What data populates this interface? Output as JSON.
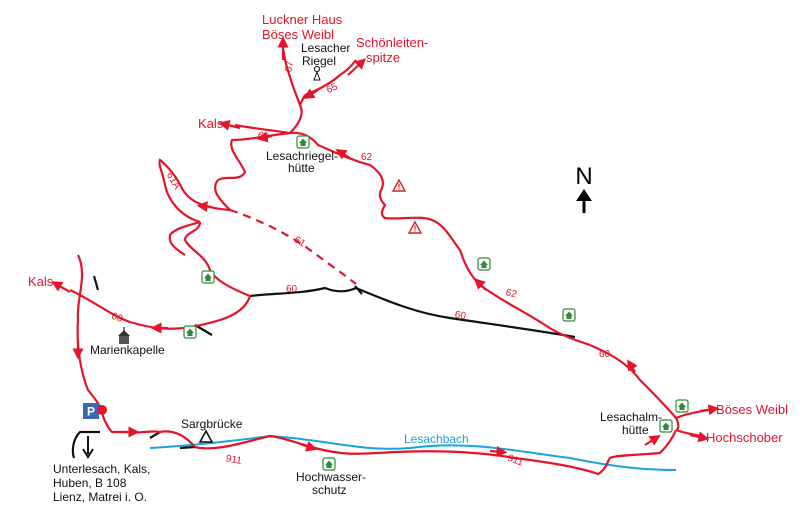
{
  "colors": {
    "trail": "#e4142a",
    "road": "#111111",
    "stream": "#1aa3e0",
    "hut_green": "#2e8b3a",
    "parking_blue": "#3b6ab3",
    "warning": "#d42020"
  },
  "destinations": {
    "luckner_line1": "Luckner Haus",
    "luckner_line2": "Böses Weibl",
    "schoen_line1": "Schönleiten-",
    "schoen_line2": "spitze",
    "kals_top": "Kals",
    "kals_left": "Kals",
    "boeses_weibl": "Böses Weibl",
    "hochschober": "Hochschober"
  },
  "places": {
    "lesacher_riegel_line1": "Lesacher",
    "lesacher_riegel_line2": "Riegel",
    "riegelhuette_line1": "Lesachriegel-",
    "riegelhuette_line2": "hütte",
    "marienkapelle": "Marienkapelle",
    "sargbruecke": "Sargbrücke",
    "hochwasser_line1": "Hochwasser-",
    "hochwasser_line2": "schutz",
    "lesachalm_line1": "Lesachalm-",
    "lesachalm_line2": "hütte",
    "start_line1": "Unterlesach, Kals,",
    "start_line2": "Huben, B 108",
    "start_line3": "Lienz, Matrei i. O.",
    "stream": "Lesachbach",
    "north": "N",
    "parking": "P"
  },
  "trail_numbers": {
    "t67": "67",
    "t65": "65",
    "t68": "68",
    "t62a": "62",
    "t61a": "61A",
    "t61": "61",
    "t60a": "60",
    "t60b": "60",
    "t60c": "60",
    "t60d": "60",
    "t62b": "62",
    "t911a": "911",
    "t911b": "911"
  },
  "icons": {
    "hut": "hut-icon",
    "warning": "warning-triangle-icon",
    "chapel": "chapel-icon",
    "summit": "summit-cross-icon",
    "bridge": "bridge-triangle-icon",
    "parking": "parking-icon",
    "north_arrow": "north-arrow-icon"
  }
}
